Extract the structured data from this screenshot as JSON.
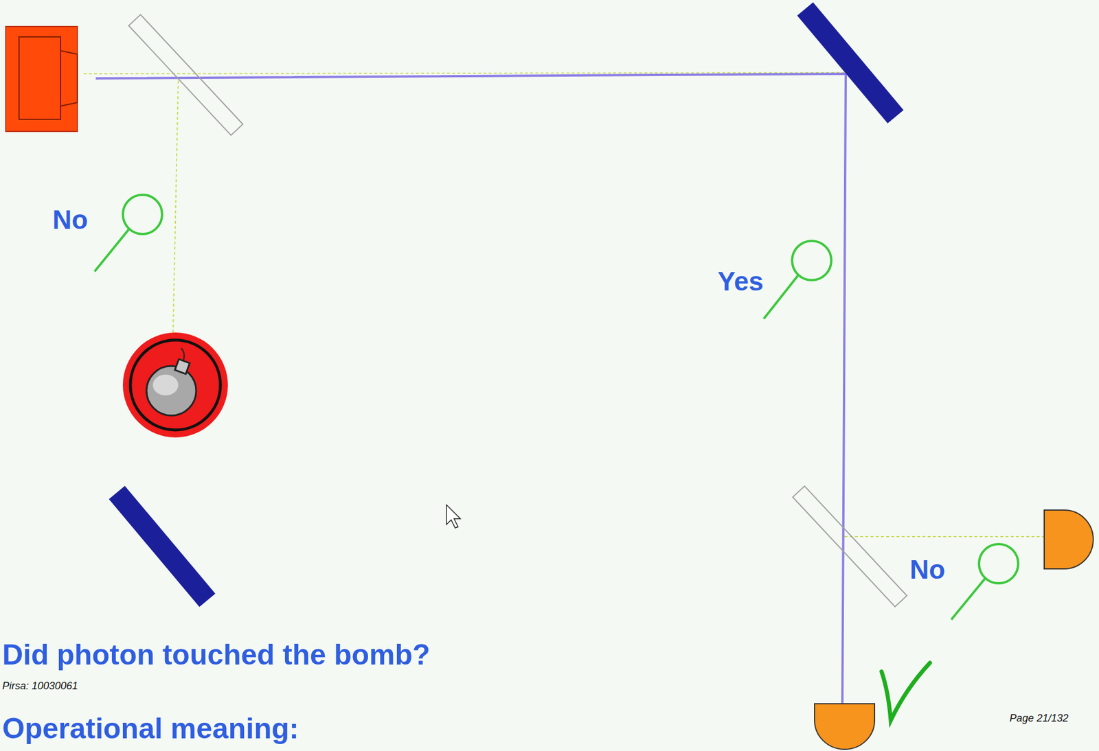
{
  "diagram": {
    "labels": [
      "No",
      "Yes",
      "No",
      "Did photon touched the bomb?",
      "Pirsa: 10030061",
      "Operational meaning:",
      "Page 21/132"
    ]
  }
}
